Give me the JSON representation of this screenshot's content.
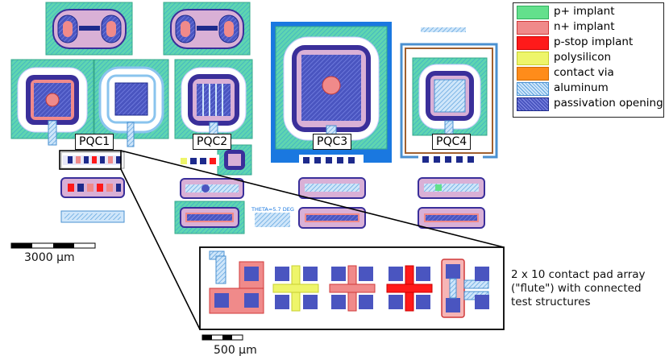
{
  "legend": {
    "items": [
      {
        "label": "p+ implant",
        "color": "#63e08c",
        "border": "#2fae5c",
        "pattern": "solid"
      },
      {
        "label": "n+ implant",
        "color": "#f08a8a",
        "border": "#d03a3a",
        "pattern": "solid"
      },
      {
        "label": "p-stop implant",
        "color": "#ff1a1a",
        "border": "#cc0000",
        "pattern": "solid"
      },
      {
        "label": "polysilicon",
        "color": "#eef56a",
        "border": "#c8d030",
        "pattern": "solid"
      },
      {
        "label": "contact via",
        "color": "#ff8c1a",
        "border": "#d06a00",
        "pattern": "solid"
      },
      {
        "label": "aluminum",
        "color": "#a9d2f4",
        "border": "#4a90d0",
        "pattern": "hatch"
      },
      {
        "label": "passivation opening",
        "color": "#4a55c0",
        "border": "#1f2a8a",
        "pattern": "hatch"
      }
    ]
  },
  "structures": {
    "pqc_labels": [
      "PQC1",
      "PQC2",
      "PQC3",
      "PQC4"
    ]
  },
  "scale_bars": {
    "main": "3000 μm",
    "zoom": "500 μm"
  },
  "zoom_caption": {
    "lines": [
      "2 x 10 contact pad array",
      "(\"flute\") with connected",
      "test structures"
    ]
  },
  "chip_text": {
    "theta_label": "THETA=5.7 DEG"
  },
  "colors": {
    "p_plus": "#63e08c",
    "n_plus": "#f08a8a",
    "p_stop": "#ff1a1a",
    "poly": "#eef56a",
    "via": "#ff8c1a",
    "aluminum": "#a9d2f4",
    "aluminum_edge": "#4a90d0",
    "passivation": "#3b47b8",
    "ring_purple": "#3a2f9a",
    "dark_blue": "#1d2a8c"
  }
}
